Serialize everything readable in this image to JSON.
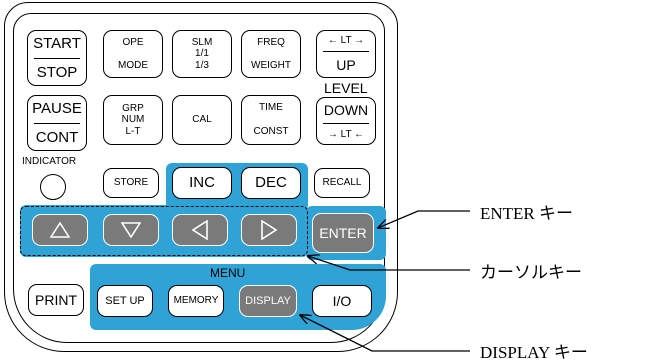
{
  "keys": {
    "start_stop": {
      "top": "START",
      "bottom": "STOP"
    },
    "ope_mode": {
      "top": "OPE",
      "bottom": "MODE"
    },
    "slm": {
      "l1": "SLM",
      "l2": "1/1",
      "l3": "1/3"
    },
    "freq_weight": {
      "top": "FREQ",
      "bottom": "WEIGHT"
    },
    "lt_up": {
      "top": "← LT →",
      "bottom": "UP"
    },
    "level": "LEVEL",
    "pause_cont": {
      "top": "PAUSE",
      "bottom": "CONT"
    },
    "grp": {
      "l1": "GRP",
      "l2": "NUM",
      "l3": "L-T"
    },
    "cal": "CAL",
    "time_const": {
      "top": "TIME",
      "bottom": "CONST"
    },
    "down_lt": {
      "top": "DOWN",
      "bottom": "→ LT ←"
    },
    "indicator": "INDICATOR",
    "store": "STORE",
    "inc": "INC",
    "dec": "DEC",
    "recall": "RECALL",
    "enter": "ENTER",
    "menu": "MENU",
    "print": "PRINT",
    "setup": "SET UP",
    "memory": "MEMORY",
    "display": "DISPLAY",
    "io": "I/O"
  },
  "callouts": {
    "enter": "ENTER キー",
    "cursor": "カーソルキー",
    "display": "DISPLAY キー"
  },
  "colors": {
    "menu_blue": "#2fa3d6",
    "grey_key": "#7a7a7a"
  }
}
